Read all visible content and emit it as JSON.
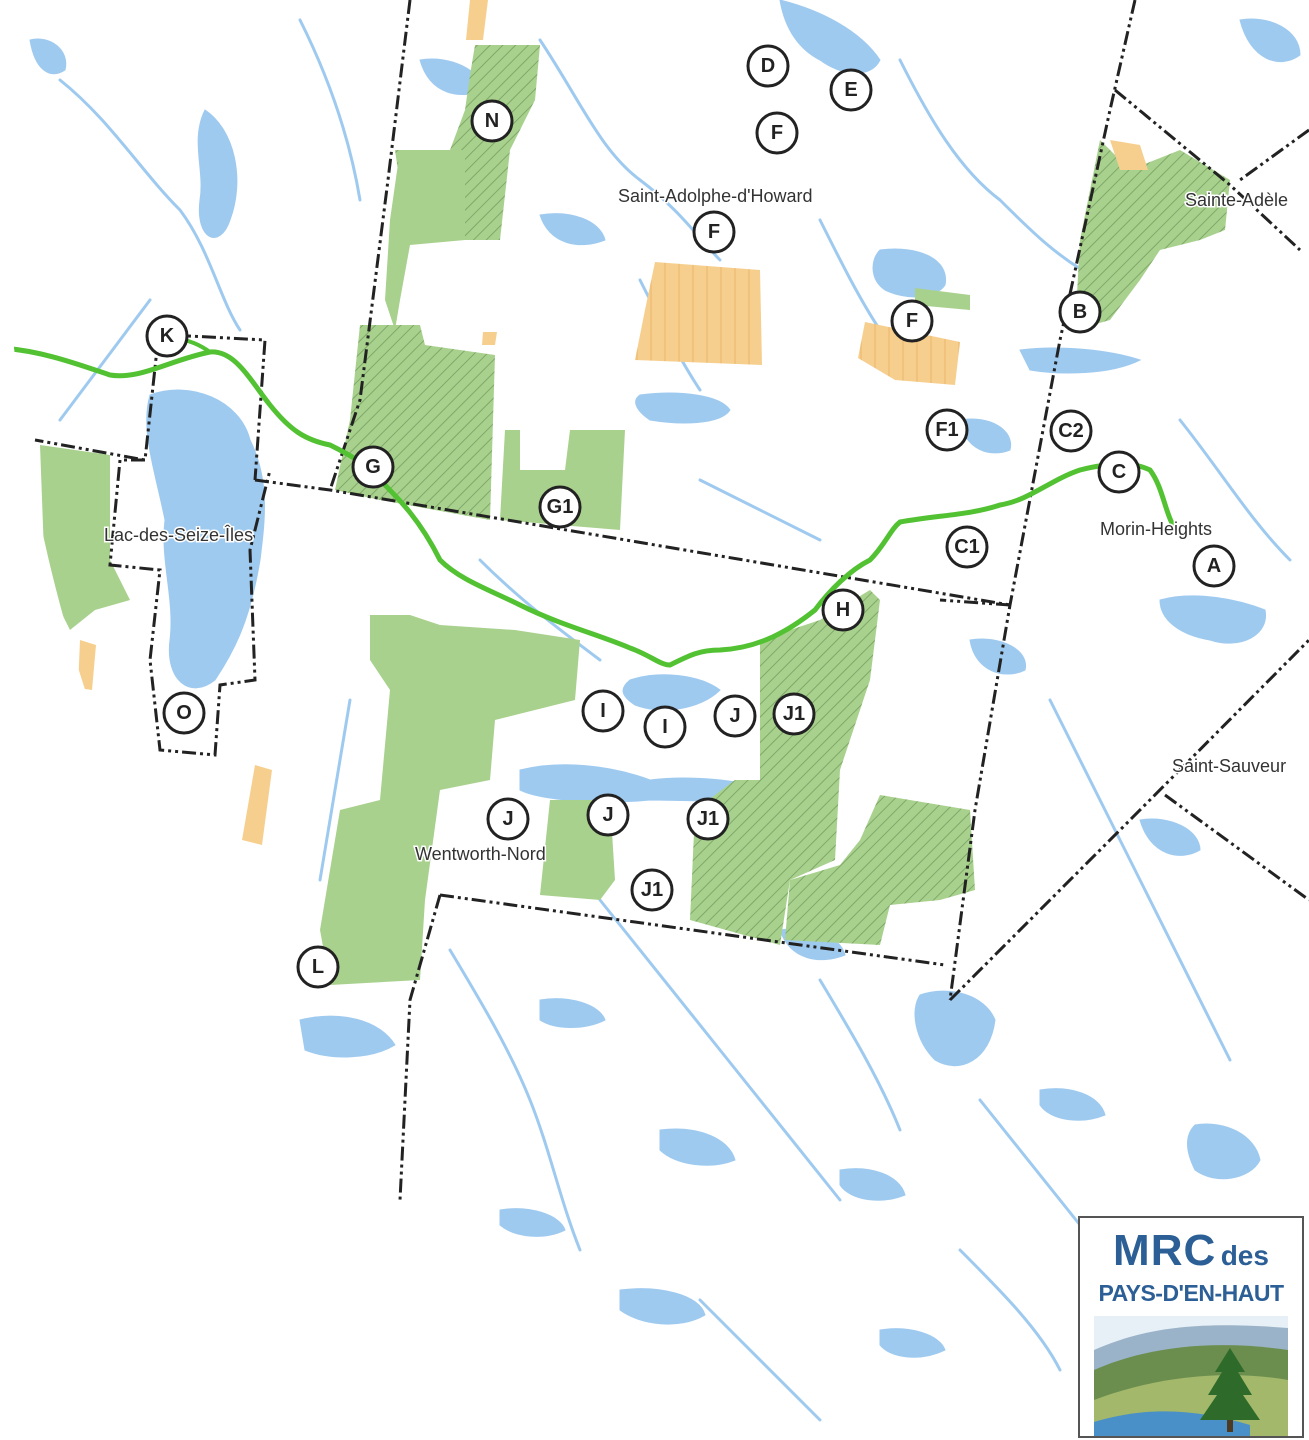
{
  "map": {
    "municipalities": [
      {
        "id": "saint-adolphe-dhoward",
        "label": "Saint-Adolphe-d'Howard"
      },
      {
        "id": "sainte-adele",
        "label": "Sainte-Adèle"
      },
      {
        "id": "lac-des-seize-iles",
        "label": "Lac-des-Seize-Îles"
      },
      {
        "id": "morin-heights",
        "label": "Morin-Heights"
      },
      {
        "id": "saint-sauveur",
        "label": "Saint-Sauveur"
      },
      {
        "id": "wentworth-nord",
        "label": "Wentworth-Nord"
      }
    ],
    "markers": [
      "D",
      "E",
      "F",
      "N",
      "F",
      "F",
      "B",
      "K",
      "F1",
      "C2",
      "G",
      "C",
      "G1",
      "C1",
      "A",
      "H",
      "O",
      "I",
      "I",
      "J",
      "J1",
      "J",
      "J",
      "J1",
      "J1",
      "L"
    ]
  },
  "legend_colors": {
    "water": "#9fcaf0",
    "protected_area": "#a9d18e",
    "planned_area": "#f6cf8e",
    "trail": "#52c233",
    "boundary": "#222222"
  },
  "logo": {
    "line1": "MRC",
    "line1_small": "des",
    "line2": "PAYS-D'EN-HAUT"
  }
}
